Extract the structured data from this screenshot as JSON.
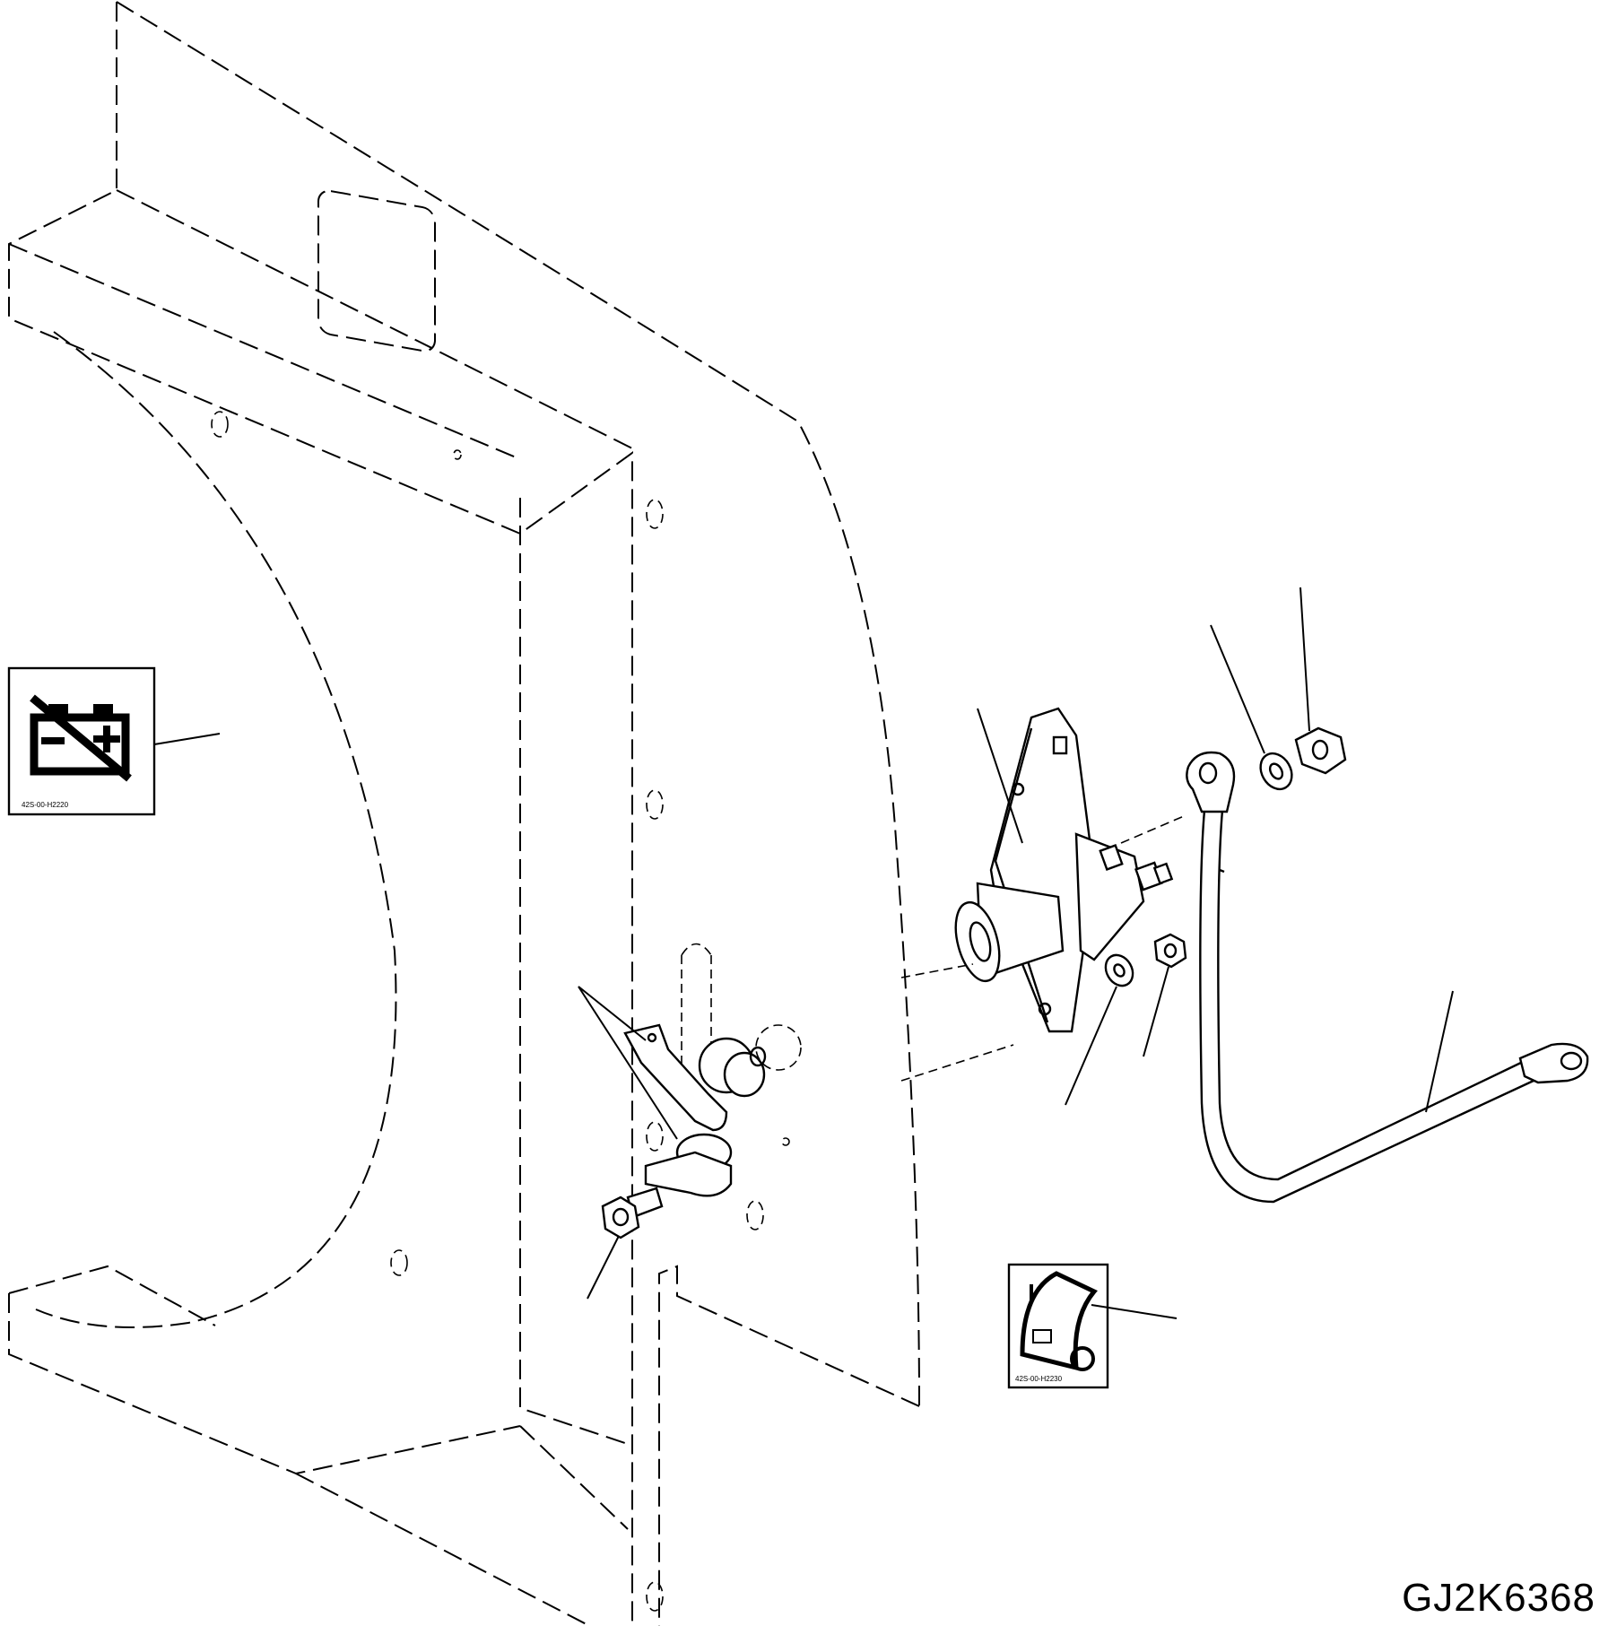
{
  "drawing": {
    "number": "GJ2K6368",
    "decal_battery_code": "42S-00-H2220",
    "decal_switch_code": "42S-00-H2230"
  }
}
